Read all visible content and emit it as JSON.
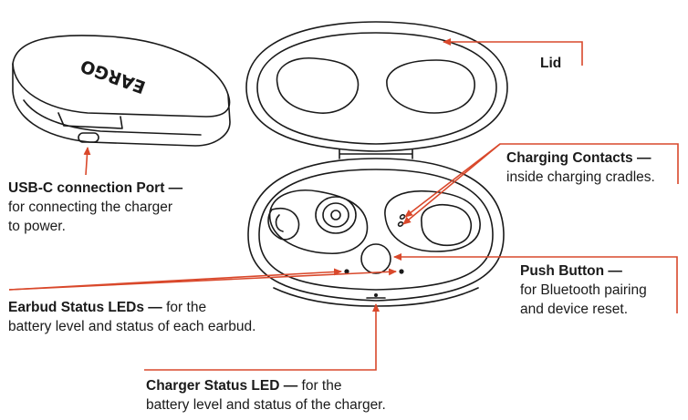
{
  "brand": {
    "logo_text": "EARGO"
  },
  "callouts": {
    "lid": {
      "title": "Lid"
    },
    "usb_port": {
      "title": "USB-C connection Port —",
      "desc_line1": "for connecting the charger",
      "desc_line2": "to power."
    },
    "charging_contacts": {
      "title": "Charging Contacts —",
      "desc_line1": "inside charging cradles."
    },
    "push_button": {
      "title": "Push Button —",
      "desc_line1": "for Bluetooth pairing",
      "desc_line2": "and device reset."
    },
    "earbud_leds": {
      "title": "Earbud Status LEDs —",
      "title_suffix": " for the",
      "desc_line1": "battery level and status of each earbud."
    },
    "charger_led": {
      "title": "Charger Status LED —",
      "title_suffix": " for the",
      "desc_line1": "battery level and status of the charger."
    }
  },
  "colors": {
    "callout_line": "#d9482b",
    "outline": "#1a1a1a"
  }
}
